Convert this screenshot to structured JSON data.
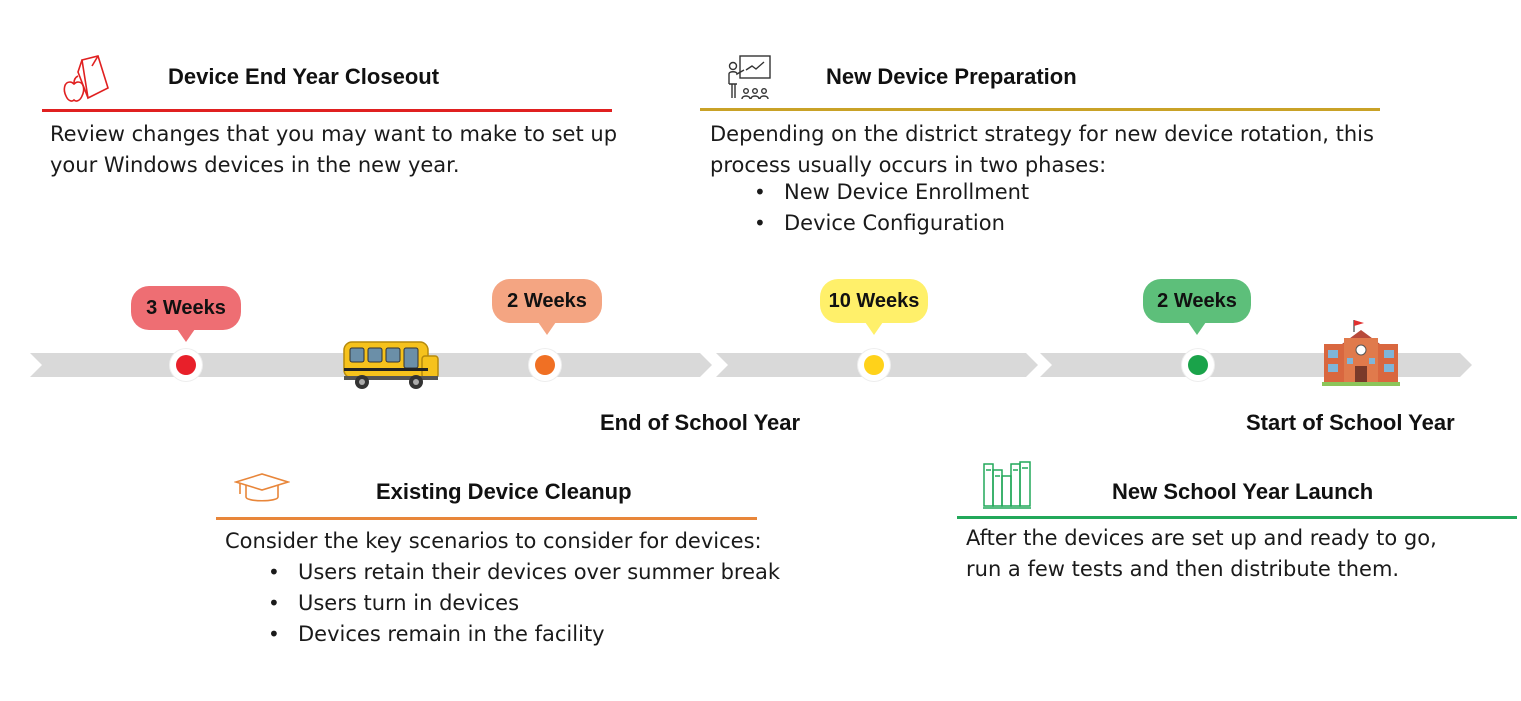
{
  "sections": {
    "closeout": {
      "title": "Device End Year Closeout",
      "icon": "lunch-bag-apple-icon",
      "color": "#e02020",
      "text": "Review changes that you may want to make to set up your Windows devices in the new year."
    },
    "preparation": {
      "title": "New Device Preparation",
      "icon": "teacher-classroom-icon",
      "color": "#c9a227",
      "text": "Depending on the district strategy for new device rotation, this process usually occurs in two phases:",
      "bullets": [
        "New Device Enrollment",
        "Device Configuration"
      ]
    },
    "cleanup": {
      "title": "Existing Device Cleanup",
      "icon": "graduation-cap-icon",
      "color": "#e8863a",
      "text": "Consider the key scenarios to consider for devices:",
      "bullets": [
        "Users retain their devices over summer break",
        "Users turn in devices",
        "Devices remain in the facility"
      ]
    },
    "launch": {
      "title": "New School Year Launch",
      "icon": "bookshelf-icon",
      "color": "#22a85a",
      "text": "After the devices are set up and ready to go, run a few tests and then distribute them."
    }
  },
  "timeline": {
    "bubbles": [
      {
        "label": "3 Weeks",
        "color": "#ee6e73",
        "dot": "#e8202a"
      },
      {
        "label": "2 Weeks",
        "color": "#f4a582",
        "dot": "#f07024"
      },
      {
        "label": "10 Weeks",
        "color": "#fff06a",
        "dot": "#ffd21a"
      },
      {
        "label": "2 Weeks",
        "color": "#5dbf7a",
        "dot": "#1aa34a"
      }
    ],
    "icons": [
      "school-bus-icon",
      "school-building-icon"
    ],
    "milestones": {
      "end": "End  of School Year",
      "start": "Start of School Year"
    }
  }
}
